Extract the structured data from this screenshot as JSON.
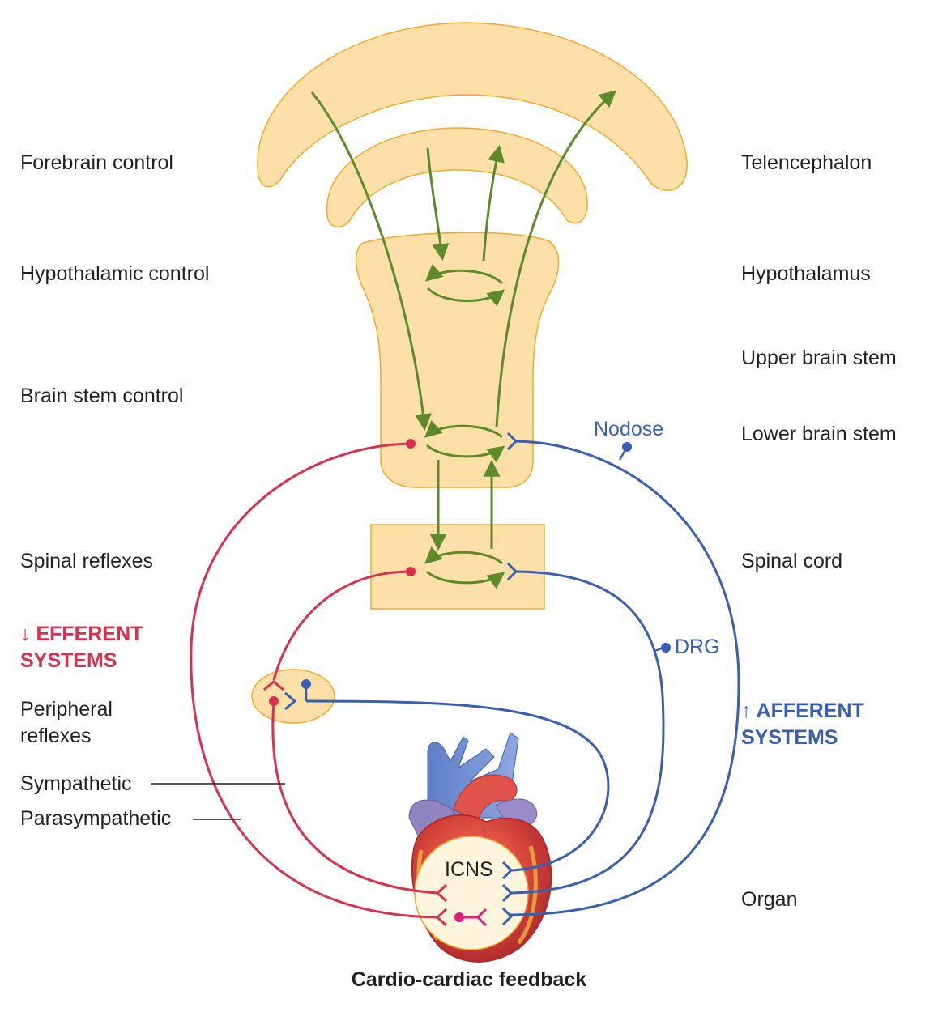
{
  "left_labels": {
    "forebrain": "Forebrain control",
    "hypothalamic": "Hypothalamic control",
    "brainstem": "Brain stem control",
    "spinal": "Spinal reflexes",
    "efferent": "↓ EFFERENT",
    "efferent2": "SYSTEMS",
    "peripheral1": "Peripheral",
    "peripheral2": "reflexes",
    "sympathetic": "Sympathetic",
    "parasympathetic": "Parasympathetic"
  },
  "right_labels": {
    "telencephalon": "Telencephalon",
    "hypothalamus": "Hypothalamus",
    "upper_brainstem": "Upper brain stem",
    "lower_brainstem": "Lower brain stem",
    "spinal_cord": "Spinal cord",
    "afferent": "↑ AFFERENT",
    "afferent2": "SYSTEMS",
    "organ": "Organ"
  },
  "ganglia": {
    "nodose": "Nodose",
    "drg": "DRG",
    "icns": "ICNS"
  },
  "caption": "Cardio-cardiac feedback",
  "colors": {
    "brain_fill": "#fde0a8",
    "brain_stroke": "#f0a830",
    "green": "#5e8a2c",
    "red": "#d9304f",
    "blue": "#3a5fb0",
    "magenta": "#e0207a"
  }
}
